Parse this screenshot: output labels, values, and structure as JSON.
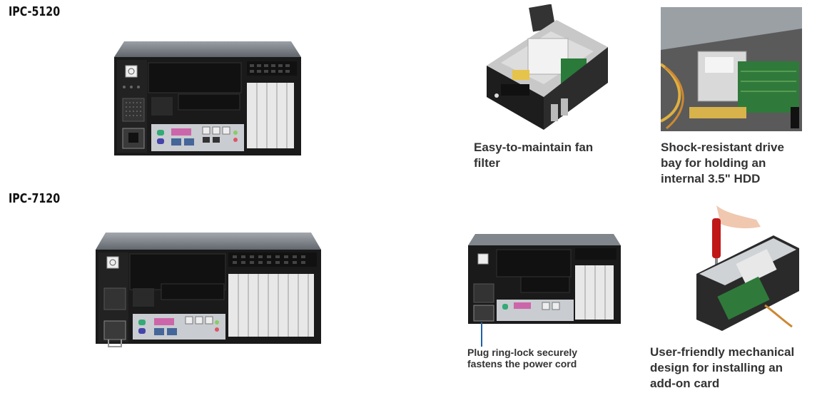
{
  "products": [
    {
      "model": "IPC-5120"
    },
    {
      "model": "IPC-7120"
    }
  ],
  "features": {
    "fan_filter": "Easy-to-maintain fan\nfilter",
    "drive_bay": "Shock-resistant drive\nbay for holding an\ninternal 3.5\" HDD",
    "ring_lock": "Plug ring-lock securely\nfastens the power cord",
    "mechanical": "User-friendly mechanical\ndesign for installing an\nadd-on card"
  }
}
